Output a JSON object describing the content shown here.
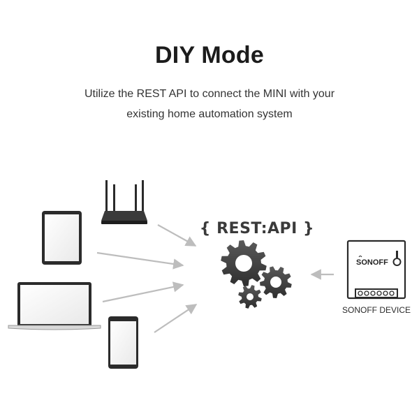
{
  "header": {
    "title": "DIY Mode",
    "subtitle_line1": "Utilize the REST API to connect the MINI with your",
    "subtitle_line2": "existing home automation system"
  },
  "hub": {
    "label": "{ REST:API }",
    "icon": "gears-icon"
  },
  "device": {
    "brand": "SONOFF",
    "label": "SONOFF DEVICE"
  },
  "clients": [
    {
      "name": "router",
      "icon": "router-icon"
    },
    {
      "name": "tablet",
      "icon": "tablet-icon"
    },
    {
      "name": "laptop",
      "icon": "laptop-icon"
    },
    {
      "name": "phone",
      "icon": "phone-icon"
    }
  ],
  "colors": {
    "arrow": "#bdbdbd",
    "device_frame": "#2a2a2a",
    "gear": "#3a3a3a"
  }
}
